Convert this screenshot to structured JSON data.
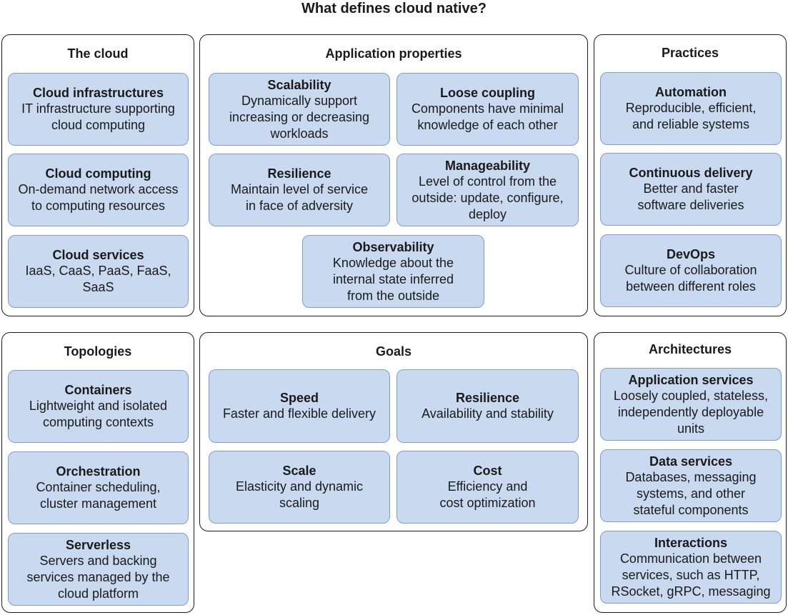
{
  "title": "What defines cloud native?",
  "groups": {
    "cloud": {
      "title": "The cloud",
      "cards": [
        {
          "title": "Cloud infrastructures",
          "desc": [
            "IT infrastructure supporting",
            "cloud computing"
          ]
        },
        {
          "title": "Cloud computing",
          "desc": [
            "On-demand network access",
            "to computing resources"
          ]
        },
        {
          "title": "Cloud services",
          "desc": [
            "IaaS, CaaS, PaaS, FaaS,",
            "SaaS"
          ]
        }
      ]
    },
    "app_properties": {
      "title": "Application properties",
      "cards": [
        {
          "title": "Scalability",
          "desc": [
            "Dynamically support",
            "increasing or decreasing",
            "workloads"
          ]
        },
        {
          "title": "Loose coupling",
          "desc": [
            "Components have minimal",
            "knowledge of each other"
          ]
        },
        {
          "title": "Resilience",
          "desc": [
            "Maintain level of service",
            "in face of adversity"
          ]
        },
        {
          "title": "Manageability",
          "desc": [
            "Level of control from the",
            "outside: update, configure,",
            "deploy"
          ]
        },
        {
          "title": "Observability",
          "desc": [
            "Knowledge about the",
            "internal state inferred",
            "from the outside"
          ]
        }
      ]
    },
    "practices": {
      "title": "Practices",
      "cards": [
        {
          "title": "Automation",
          "desc": [
            "Reproducible, efficient,",
            "and reliable systems"
          ]
        },
        {
          "title": "Continuous delivery",
          "desc": [
            "Better and faster",
            "software deliveries"
          ]
        },
        {
          "title": "DevOps",
          "desc": [
            "Culture of collaboration",
            "between different roles"
          ]
        }
      ]
    },
    "topologies": {
      "title": "Topologies",
      "cards": [
        {
          "title": "Containers",
          "desc": [
            "Lightweight and isolated",
            "computing contexts"
          ]
        },
        {
          "title": "Orchestration",
          "desc": [
            "Container scheduling,",
            "cluster management"
          ]
        },
        {
          "title": "Serverless",
          "desc": [
            "Servers and backing",
            "services managed by the",
            "cloud platform"
          ]
        }
      ]
    },
    "goals": {
      "title": "Goals",
      "cards": [
        {
          "title": "Speed",
          "desc": [
            "Faster and flexible delivery"
          ]
        },
        {
          "title": "Resilience",
          "desc": [
            "Availability and stability"
          ]
        },
        {
          "title": "Scale",
          "desc": [
            "Elasticity and dynamic",
            "scaling"
          ]
        },
        {
          "title": "Cost",
          "desc": [
            "Efficiency and",
            "cost optimization"
          ]
        }
      ]
    },
    "architectures": {
      "title": "Architectures",
      "cards": [
        {
          "title": "Application services",
          "desc": [
            "Loosely coupled, stateless,",
            "independently deployable",
            "units"
          ]
        },
        {
          "title": "Data services",
          "desc": [
            "Databases, messaging",
            "systems, and other",
            "stateful components"
          ]
        },
        {
          "title": "Interactions",
          "desc": [
            "Communication between",
            "services, such as HTTP,",
            "RSocket, gRPC, messaging"
          ]
        }
      ]
    }
  }
}
